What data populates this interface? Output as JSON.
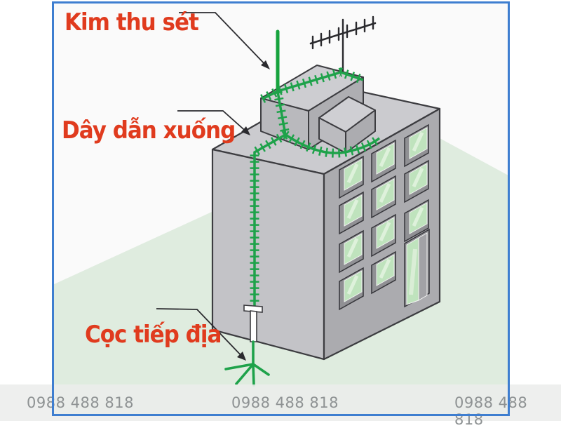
{
  "page": {
    "background": "#ffffff"
  },
  "frame": {
    "border_color": "#3e7ed0",
    "inner_background": "#fafafa"
  },
  "labels": {
    "lightning_rod": {
      "text": "Kim thu sét",
      "color": "#e03b1e"
    },
    "down_conductor": {
      "text": "Dây dẫn xuống",
      "color": "#e03b1e"
    },
    "ground_rod": {
      "text": "Cọc tiếp địa",
      "color": "#e03b1e"
    }
  },
  "footer": {
    "background": "#eceded",
    "text_color": "#8e9293",
    "phones": [
      "0988 488 818",
      "0988 488 818",
      "0988 488 818"
    ]
  },
  "diagram": {
    "type": "technical-illustration",
    "subject": "lightning-protection-system-on-building",
    "colors": {
      "conductor_green": "#1ea24a",
      "ground_green": "#dfecdf",
      "roof_gray": "#cbcbcf",
      "left_face_gray": "#c3c3c7",
      "right_face_gray": "#ababaf",
      "window_green": "#bfe3bd",
      "outline": "#3c3c40",
      "leader_line": "#2b2b2f"
    },
    "icons": [
      "tv-antenna-icon",
      "lightning-rod",
      "down-conductor-path",
      "test-joint",
      "ground-electrode"
    ]
  }
}
